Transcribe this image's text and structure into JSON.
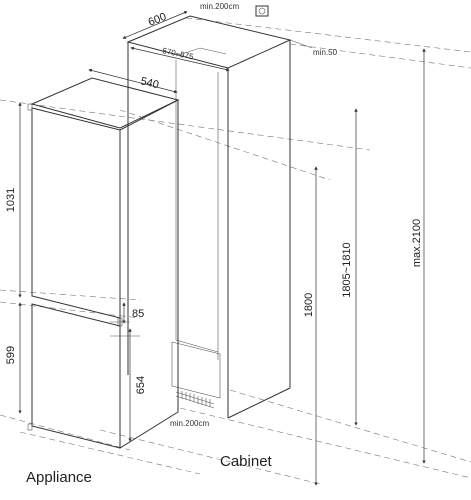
{
  "labels": {
    "appliance": "Appliance",
    "cabinet": "Cabinet"
  },
  "dimensions": {
    "cabinet_depth": "600",
    "vent_top": "min.200cm",
    "cabinet_inner_width": "570~575",
    "rear_gap": "min.50",
    "appliance_width": "540",
    "upper_door": "1031",
    "lower_door": "599",
    "door_gap": "85",
    "lower_door_mount": "654",
    "appliance_height": "1800",
    "niche_height": "1805~1810",
    "cabinet_height": "max.2100",
    "vent_bottom": "min.200cm"
  }
}
